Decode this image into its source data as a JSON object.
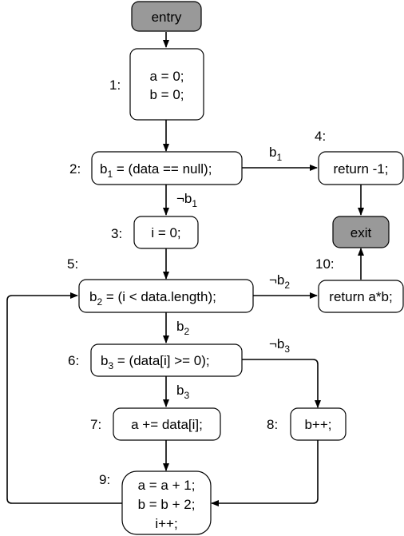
{
  "diagram": {
    "nodes": {
      "entry": {
        "label": "",
        "lines": [
          "entry"
        ],
        "terminal": true
      },
      "n1": {
        "label": "1:",
        "lines": [
          "a = 0;",
          "b = 0;"
        ]
      },
      "n2": {
        "label": "2:",
        "lines": [
          "b",
          "1",
          " = (data == null);"
        ]
      },
      "n3": {
        "label": "3:",
        "lines": [
          "i = 0;"
        ]
      },
      "n4": {
        "label": "4:",
        "lines": [
          "return -1;"
        ]
      },
      "exit": {
        "label": "",
        "lines": [
          "exit"
        ],
        "terminal": true
      },
      "n5": {
        "label": "5:",
        "lines": [
          "b",
          "2",
          " = (i < data.length);"
        ]
      },
      "n10": {
        "label": "10:",
        "lines": [
          "return a*b;"
        ]
      },
      "n6": {
        "label": "6:",
        "lines": [
          "b",
          "3",
          " = (data[i] >= 0);"
        ]
      },
      "n7": {
        "label": "7:",
        "lines": [
          "a += data[i];"
        ]
      },
      "n8": {
        "label": "8:",
        "lines": [
          "b++;"
        ]
      },
      "n9": {
        "label": "9:",
        "lines": [
          "a = a + 1;",
          "b = b + 2;",
          "i++;"
        ]
      }
    },
    "edge_labels": {
      "b1": {
        "base": "b",
        "sub": "1"
      },
      "not_b1": {
        "base": "¬b",
        "sub": "1"
      },
      "b2": {
        "base": "b",
        "sub": "2"
      },
      "not_b2": {
        "base": "¬b",
        "sub": "2"
      },
      "b3": {
        "base": "b",
        "sub": "3"
      },
      "not_b3": {
        "base": "¬b",
        "sub": "3"
      }
    }
  }
}
